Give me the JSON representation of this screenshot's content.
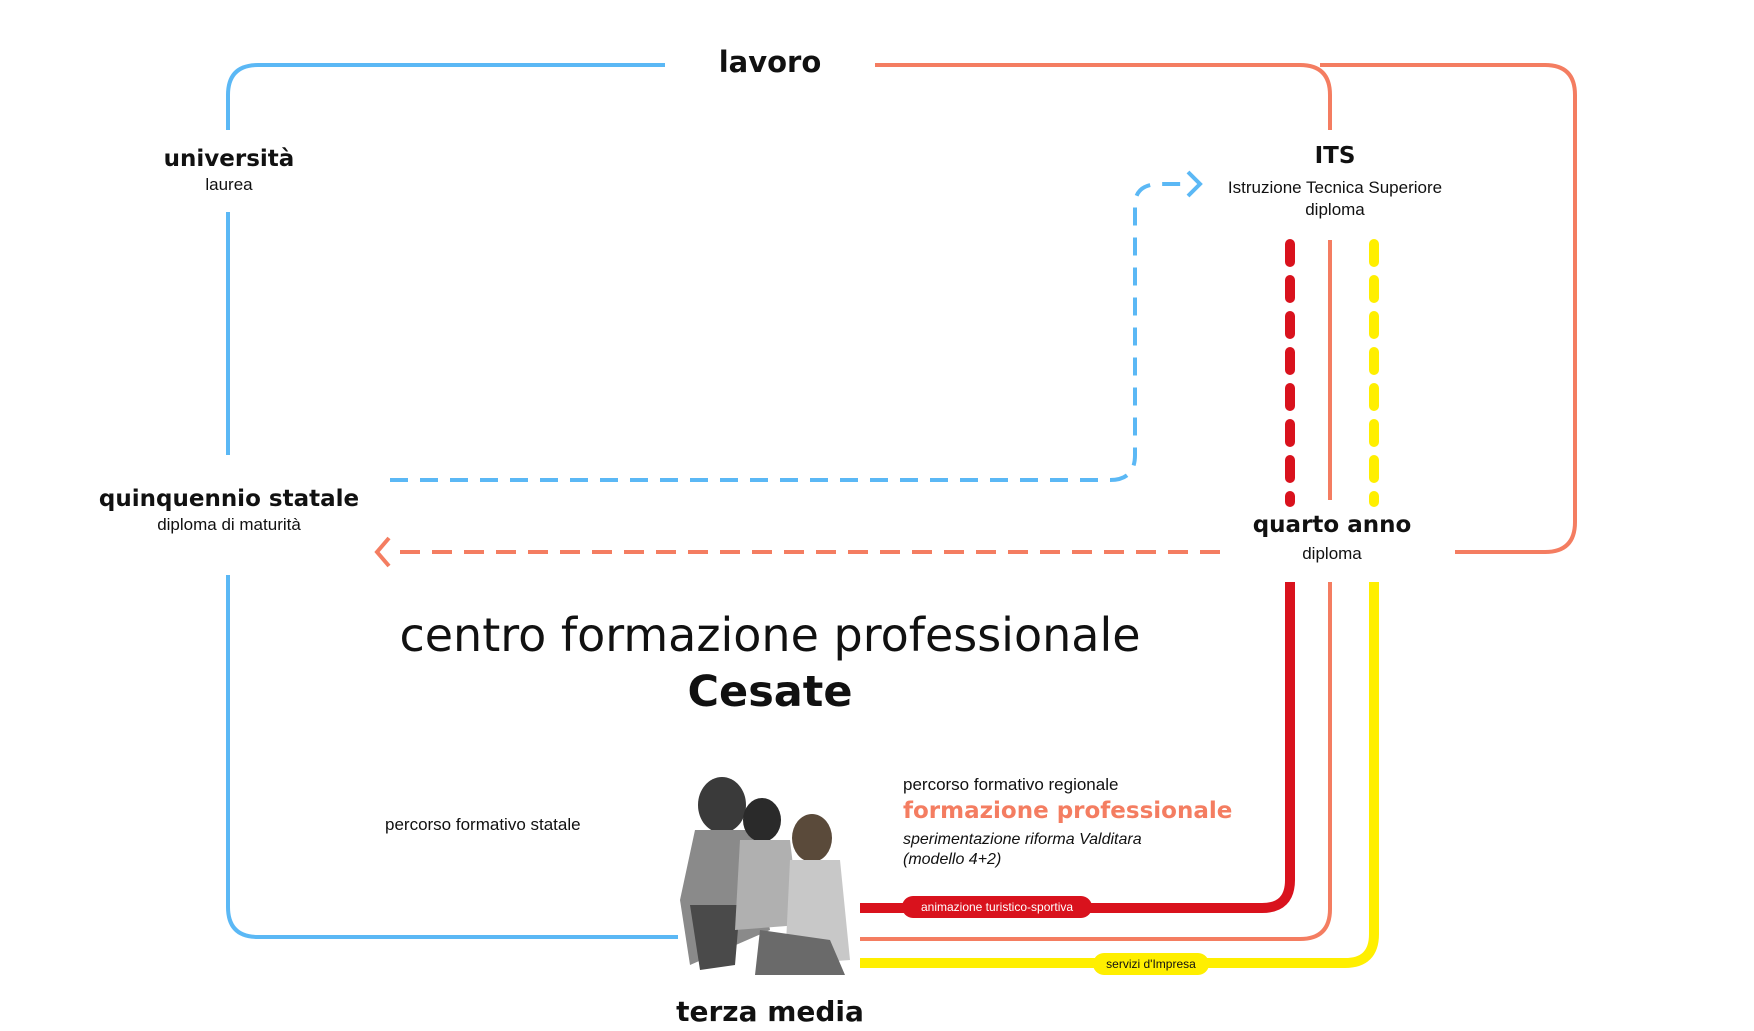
{
  "nodes": {
    "lavoro": "lavoro",
    "universita_title": "università",
    "universita_sub": "laurea",
    "its_title": "ITS",
    "its_line1": "Istruzione Tecnica Superiore",
    "its_line2": "diploma",
    "quinquennio_title": "quinquennio statale",
    "quinquennio_sub": "diploma di maturità",
    "quarto_title": "quarto anno",
    "quarto_sub": "diploma",
    "terza_media": "terza media"
  },
  "center": {
    "line1": "centro formazione professionale",
    "line2": "Cesate"
  },
  "paths": {
    "statale_label": "percorso formativo statale",
    "regionale_label": "percorso formativo regionale",
    "regionale_title": "formazione professionale",
    "riforma_line1": "sperimentazione riforma Valditara",
    "riforma_line2": "(modello 4+2)"
  },
  "tracks": {
    "red_label": "animazione turistico-sportiva",
    "yellow_label": "servizi d'Impresa"
  },
  "colors": {
    "blue": "#5bb8f5",
    "salmon": "#f47d61",
    "red": "#d9121d",
    "yellow": "#ffef00",
    "orange_title": "#f47d61"
  }
}
